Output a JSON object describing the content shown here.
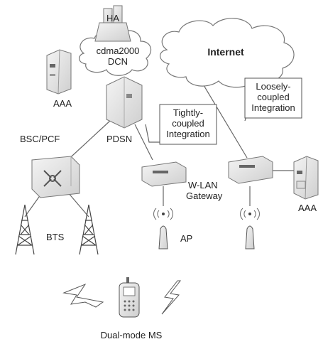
{
  "labels": {
    "ha": "HA",
    "cdma_cloud_line1": "cdma2000",
    "cdma_cloud_line2": "DCN",
    "internet": "Internet",
    "aaa_left": "AAA",
    "aaa_right": "AAA",
    "pdsn": "PDSN",
    "bsc_pcf": "BSC/PCF",
    "bts": "BTS",
    "ap": "AP",
    "wlan_gateway_line1": "W-LAN",
    "wlan_gateway_line2": "Gateway",
    "dual_mode_ms": "Dual-mode MS"
  },
  "callouts": {
    "tight": [
      "Tightly-",
      "coupled",
      "Integration"
    ],
    "loose": [
      "Loosely-",
      "coupled",
      "Integration"
    ]
  }
}
